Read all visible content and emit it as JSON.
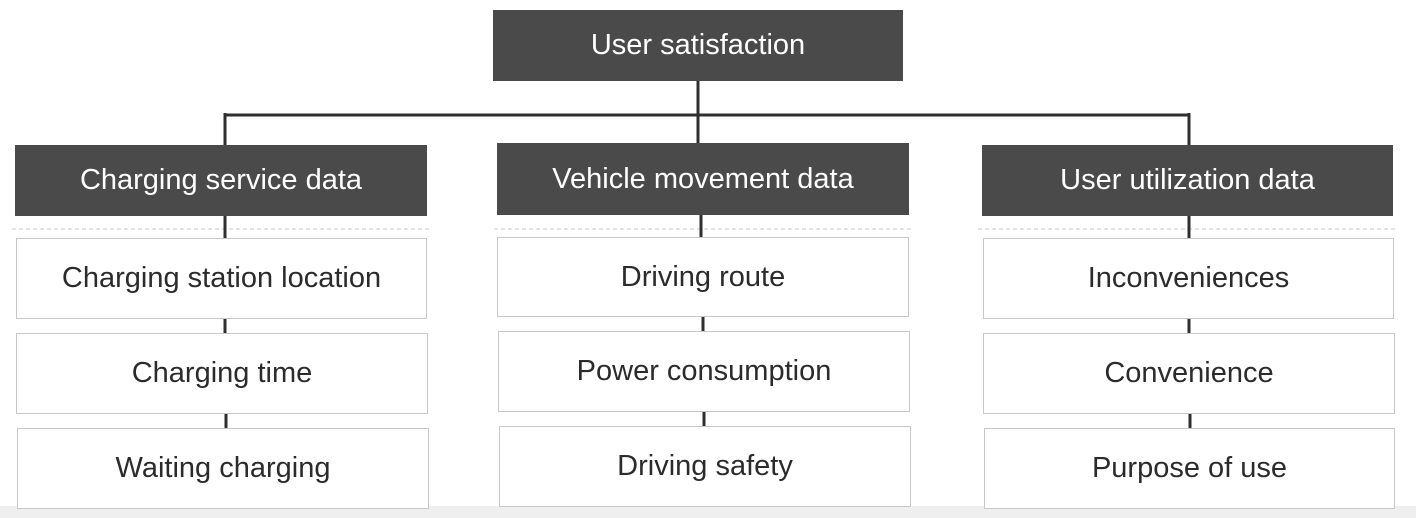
{
  "root": {
    "label": "User satisfaction"
  },
  "categories": [
    {
      "label": "Charging service data",
      "items": [
        "Charging station location",
        "Charging time",
        "Waiting charging"
      ]
    },
    {
      "label": "Vehicle movement data",
      "items": [
        "Driving route",
        "Power consumption",
        "Driving safety"
      ]
    },
    {
      "label": "User utilization data",
      "items": [
        "Inconveniences",
        "Convenience",
        "Purpose of use"
      ]
    }
  ],
  "colors": {
    "header_fill": "#4a4a4a",
    "header_text": "#ffffff",
    "item_border": "#c8c8c8",
    "connector": "#2f2f2f"
  }
}
